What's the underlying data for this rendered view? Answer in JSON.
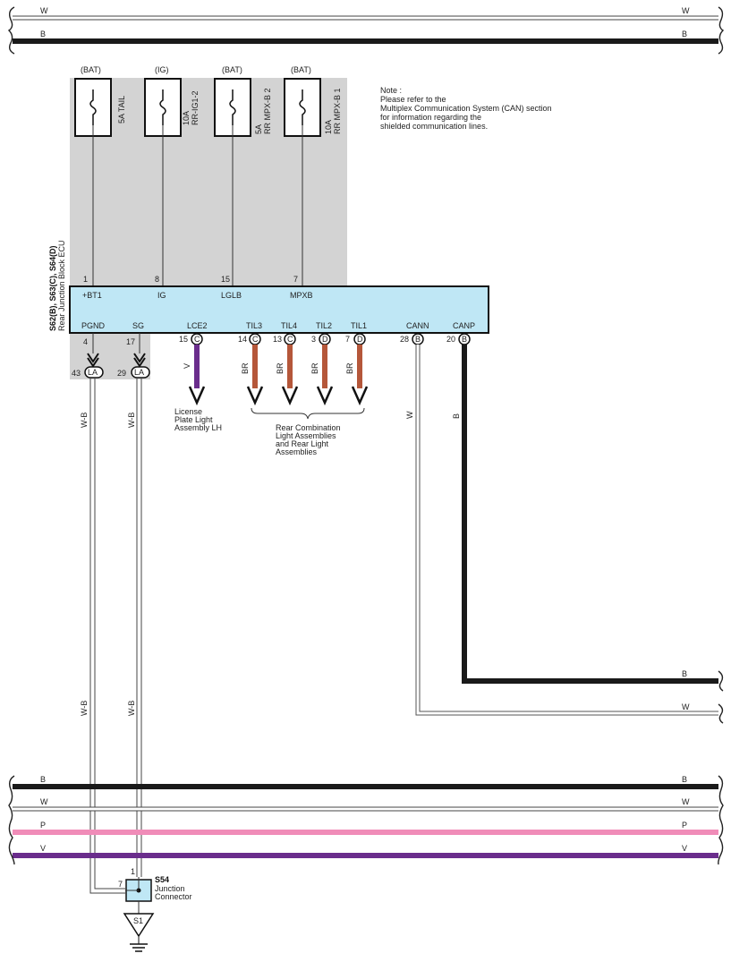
{
  "top_wires": [
    {
      "label": "W",
      "color": "#ffffff"
    },
    {
      "label": "B",
      "color": "#1a1a1a"
    }
  ],
  "bottom_wires": [
    {
      "label": "B",
      "color": "#1a1a1a"
    },
    {
      "label": "W",
      "color": "#ffffff"
    },
    {
      "label": "P",
      "color": "#f08cb8"
    },
    {
      "label": "V",
      "color": "#6a2d8c"
    }
  ],
  "fuses": [
    {
      "source": "(BAT)",
      "rating": "5A",
      "name": "TAIL",
      "pin": "1",
      "terminal": "+BT1"
    },
    {
      "source": "(IG)",
      "rating": "10A",
      "name": "RR-IG1-2",
      "pin": "8",
      "terminal": "IG"
    },
    {
      "source": "(BAT)",
      "rating": "5A",
      "name": "RR MPX-B 2",
      "pin": "15",
      "terminal": "LGLB"
    },
    {
      "source": "(BAT)",
      "rating": "10A",
      "name": "RR MPX-B 1",
      "pin": "7",
      "terminal": "MPXB"
    }
  ],
  "fuse_label_tail": "5A TAIL",
  "note": {
    "title": "Note :",
    "lines": [
      "Please refer to the",
      "Multiplex Communication System (CAN) section",
      "for information regarding the",
      "shielded communication lines."
    ]
  },
  "ecu": {
    "connectors": "S62(B), S63(C), S64(D)",
    "name": "Rear Junction Block ECU",
    "fill": "#bfe7f5",
    "bottom_terminals": [
      {
        "name": "PGND",
        "pin": "4"
      },
      {
        "name": "SG",
        "pin": "17"
      },
      {
        "name": "LCE2",
        "pin": "15",
        "conn": "C",
        "wire": "V",
        "color": "#6a2d8c"
      },
      {
        "name": "TIL3",
        "pin": "14",
        "conn": "C",
        "wire": "BR",
        "color": "#b5573a"
      },
      {
        "name": "TIL4",
        "pin": "13",
        "conn": "C",
        "wire": "BR",
        "color": "#b5573a"
      },
      {
        "name": "TIL2",
        "pin": "3",
        "conn": "D",
        "wire": "BR",
        "color": "#b5573a"
      },
      {
        "name": "TIL1",
        "pin": "7",
        "conn": "D",
        "wire": "BR",
        "color": "#b5573a"
      },
      {
        "name": "CANN",
        "pin": "28",
        "conn": "B",
        "wire": "W"
      },
      {
        "name": "CANP",
        "pin": "20",
        "conn": "B",
        "wire": "B"
      }
    ]
  },
  "la_connectors": [
    {
      "pin": "43",
      "conn": "LA",
      "wire": "W-B"
    },
    {
      "pin": "29",
      "conn": "LA",
      "wire": "W-B"
    }
  ],
  "license_plate": [
    "License",
    "Plate Light",
    "Assembly LH"
  ],
  "rear_combination": [
    "Rear Combination",
    "Light Assemblies",
    "and Rear Light",
    "Assemblies"
  ],
  "can_right": {
    "b_label": "B",
    "w_label": "W"
  },
  "junction": {
    "id": "S54",
    "name_lines": [
      "Junction",
      "Connector"
    ],
    "pin_top": "1",
    "pin_left": "7",
    "fill": "#bfe7f5"
  },
  "ground": {
    "id": "S1"
  },
  "wb_lower": "W-B"
}
